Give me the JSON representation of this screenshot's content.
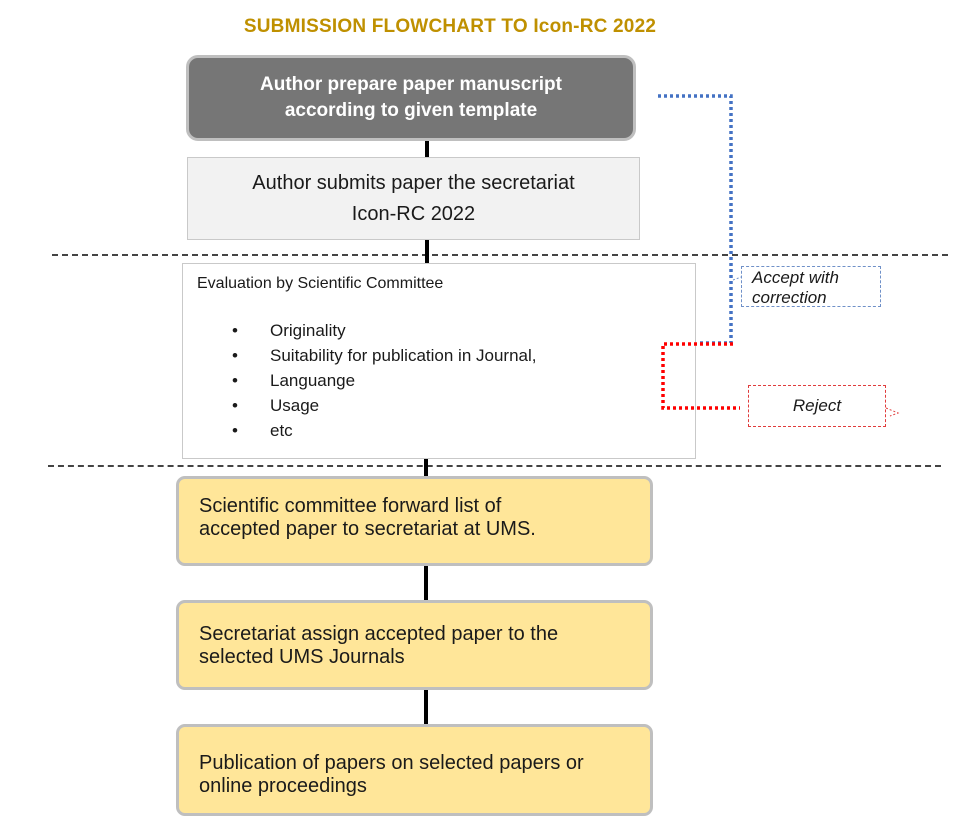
{
  "title": "SUBMISSION FLOWCHART TO Icon-RC 2022",
  "colors": {
    "title": "#bf9000",
    "dark_box": "#767676",
    "light_box": "#f2f2f2",
    "yellow_box": "#ffe699",
    "accept_path": "#4472c4",
    "reject_path": "#ff0000"
  },
  "steps": {
    "prepare": {
      "line1": "Author prepare paper manuscript",
      "line2": "according to given template"
    },
    "submit": {
      "line1": "Author submits paper the secretariat",
      "line2": "Icon-RC 2022"
    },
    "evaluation": {
      "heading": "Evaluation by Scientific Committee",
      "criteria": [
        "Originality",
        "Suitability for publication in Journal,",
        "Languange",
        "Usage",
        "etc"
      ]
    },
    "forward": {
      "line1": "Scientific committee forward list of",
      "line2": "accepted paper to secretariat at UMS."
    },
    "assign": {
      "line1": "Secretariat assign accepted paper to the",
      "line2": "selected UMS Journals"
    },
    "publication": {
      "line1": "Publication of papers on selected papers or",
      "line2": "online proceedings"
    }
  },
  "outcomes": {
    "accept": {
      "line1": "Accept with",
      "line2": "correction"
    },
    "reject": "Reject"
  }
}
